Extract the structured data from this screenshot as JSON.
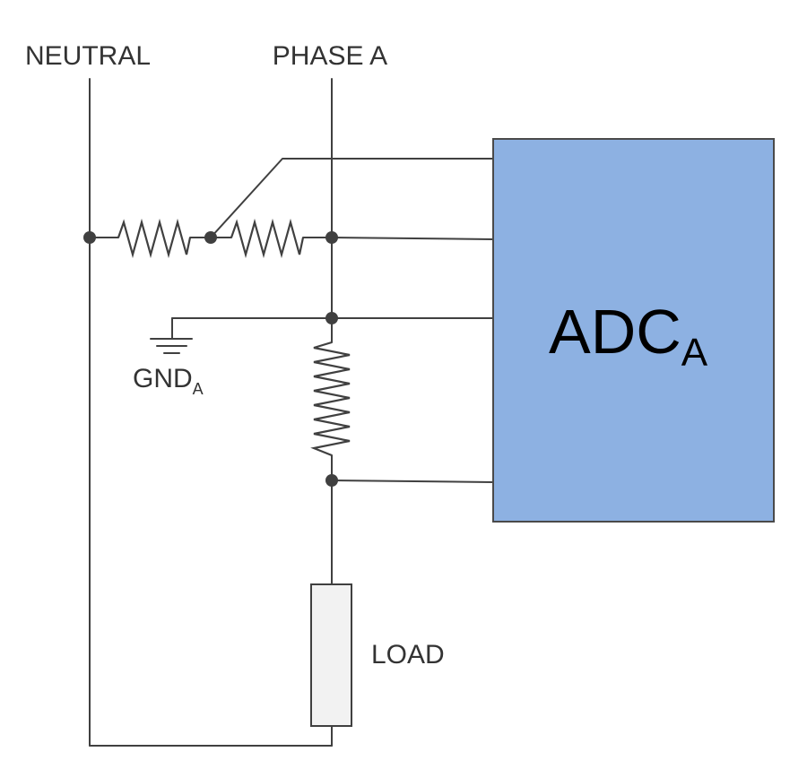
{
  "labels": {
    "neutral": "NEUTRAL",
    "phase": "PHASE A",
    "gnd_main": "GND",
    "gnd_sub": "A",
    "adc_main": "ADC",
    "adc_sub": "A",
    "load": "LOAD"
  },
  "colors": {
    "wire": "#404040",
    "adc_fill": "#8db1e2",
    "load_fill": "#f2f2f2"
  }
}
